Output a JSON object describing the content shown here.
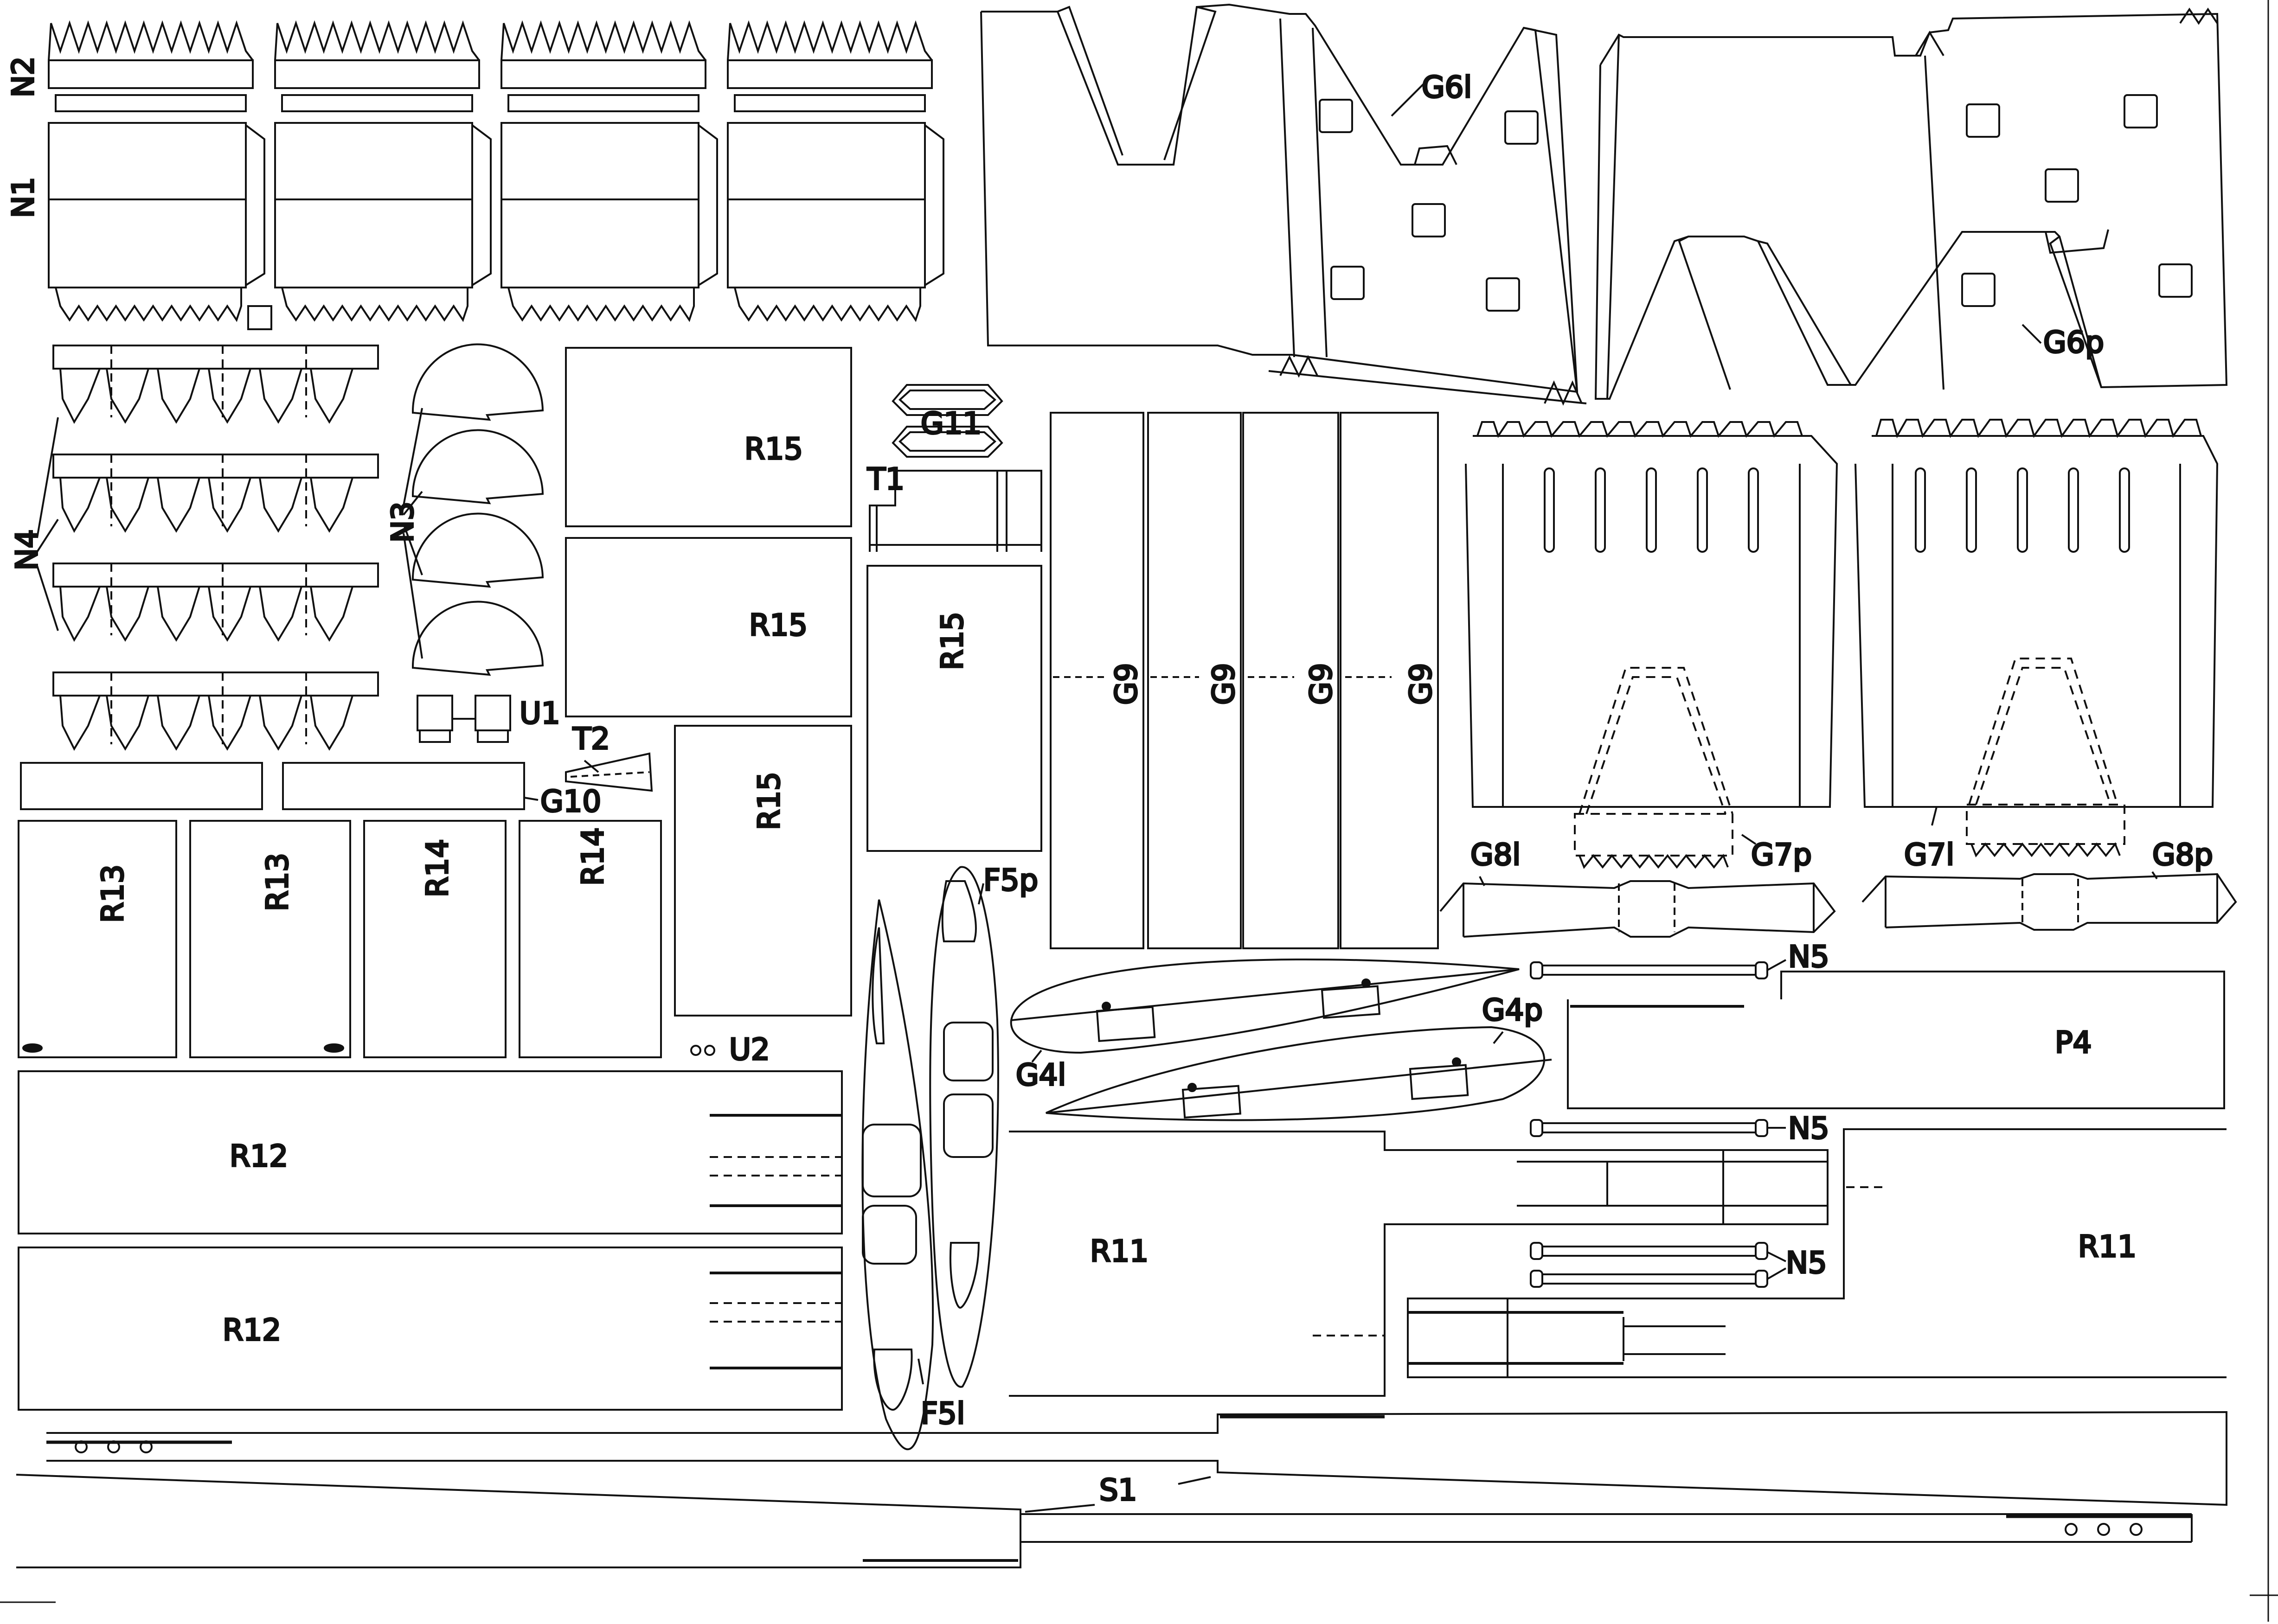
{
  "colors": {
    "ink": "#111111",
    "paper": "#ffffff"
  },
  "labels": {
    "N1": "N1",
    "N2": "N2",
    "N3": "N3",
    "N4": "N4",
    "N5": "N5",
    "G6l": "G6l",
    "G6p": "G6p",
    "G7l": "G7l",
    "G7p": "G7p",
    "G8l": "G8l",
    "G8p": "G8p",
    "G9": "G9",
    "G10": "G10",
    "G11": "G11",
    "G4l": "G4l",
    "G4p": "G4p",
    "T1": "T1",
    "T2": "T2",
    "U1": "U1",
    "U2": "U2",
    "R11": "R11",
    "R12": "R12",
    "R13": "R13",
    "R14": "R14",
    "R15": "R15",
    "F5l": "F5l",
    "F5p": "F5p",
    "P4": "P4",
    "S1": "S1"
  }
}
